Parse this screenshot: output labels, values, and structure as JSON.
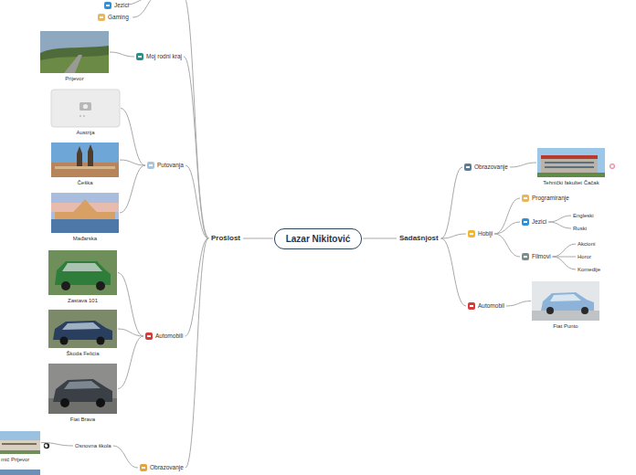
{
  "diagram": {
    "nodes": [
      {
        "text": [
          "Lazar Nikitović"
        ]
      },
      {
        "text": [
          "Prošlost"
        ]
      },
      {
        "text": [
          "Sadašnjost"
        ]
      },
      {
        "text": [
          "Obrazovanje"
        ]
      },
      {
        "text": [
          "Tehnički fakultet Čačak"
        ]
      },
      {
        "text": [
          "Hobiji"
        ]
      },
      {
        "text": [
          "Programiranje"
        ]
      },
      {
        "text": [
          "Jezici"
        ]
      },
      {
        "text": [
          "Engleski"
        ]
      },
      {
        "text": [
          "Ruski"
        ]
      },
      {
        "text": [
          "Filmovi"
        ]
      },
      {
        "text": [
          "Akcioni"
        ]
      },
      {
        "text": [
          "Horor"
        ]
      },
      {
        "text": [
          "Komedije"
        ]
      },
      {
        "text": [
          "Automobil"
        ]
      },
      {
        "text": [
          "Fiat Punto"
        ]
      },
      {
        "text": [
          "Jezici"
        ]
      },
      {
        "text": [
          "Gaming"
        ]
      },
      {
        "text": [
          "Moj rodni kraj"
        ]
      },
      {
        "text": [
          "Prijevor"
        ]
      },
      {
        "text": [
          "Putovanja"
        ]
      },
      {
        "text": [
          "Austrija"
        ]
      },
      {
        "text": [
          "Češka"
        ]
      },
      {
        "text": [
          "Mađarska"
        ]
      },
      {
        "text": [
          "Automobili"
        ]
      },
      {
        "text": [
          "Zastava 101"
        ]
      },
      {
        "text": [
          "Škoda Felicia"
        ]
      },
      {
        "text": [
          "Fiat Brava"
        ]
      },
      {
        "text": [
          "Obrazovanje"
        ]
      },
      {
        "text": [
          "Osnovna škola"
        ]
      },
      {
        "text": [
          "mić Prijevor"
        ]
      }
    ],
    "edges": [
      {
        "from": 0,
        "to": 1,
        "arrow": "none"
      },
      {
        "from": 0,
        "to": 2,
        "arrow": "none"
      },
      {
        "from": 2,
        "to": 3,
        "arrow": "none"
      },
      {
        "from": 3,
        "to": 4,
        "arrow": "none"
      },
      {
        "from": 2,
        "to": 5,
        "arrow": "none"
      },
      {
        "from": 5,
        "to": 6,
        "arrow": "none"
      },
      {
        "from": 5,
        "to": 7,
        "arrow": "none"
      },
      {
        "from": 7,
        "to": 8,
        "arrow": "none"
      },
      {
        "from": 7,
        "to": 9,
        "arrow": "none"
      },
      {
        "from": 5,
        "to": 10,
        "arrow": "none"
      },
      {
        "from": 10,
        "to": 11,
        "arrow": "none"
      },
      {
        "from": 10,
        "to": 12,
        "arrow": "none"
      },
      {
        "from": 10,
        "to": 13,
        "arrow": "none"
      },
      {
        "from": 2,
        "to": 14,
        "arrow": "none"
      },
      {
        "from": 14,
        "to": 15,
        "arrow": "none"
      },
      {
        "from": 1,
        "to": 18,
        "arrow": "none"
      },
      {
        "from": 18,
        "to": 19,
        "arrow": "none"
      },
      {
        "from": 1,
        "to": 20,
        "arrow": "none"
      },
      {
        "from": 20,
        "to": 21,
        "arrow": "none"
      },
      {
        "from": 20,
        "to": 22,
        "arrow": "none"
      },
      {
        "from": 20,
        "to": 23,
        "arrow": "none"
      },
      {
        "from": 1,
        "to": 24,
        "arrow": "none"
      },
      {
        "from": 24,
        "to": 25,
        "arrow": "none"
      },
      {
        "from": 24,
        "to": 26,
        "arrow": "none"
      },
      {
        "from": 24,
        "to": 27,
        "arrow": "none"
      },
      {
        "from": 1,
        "to": 28,
        "arrow": "none"
      },
      {
        "from": 28,
        "to": 29,
        "arrow": "none"
      },
      {
        "from": 29,
        "to": 30,
        "arrow": "none"
      }
    ]
  }
}
